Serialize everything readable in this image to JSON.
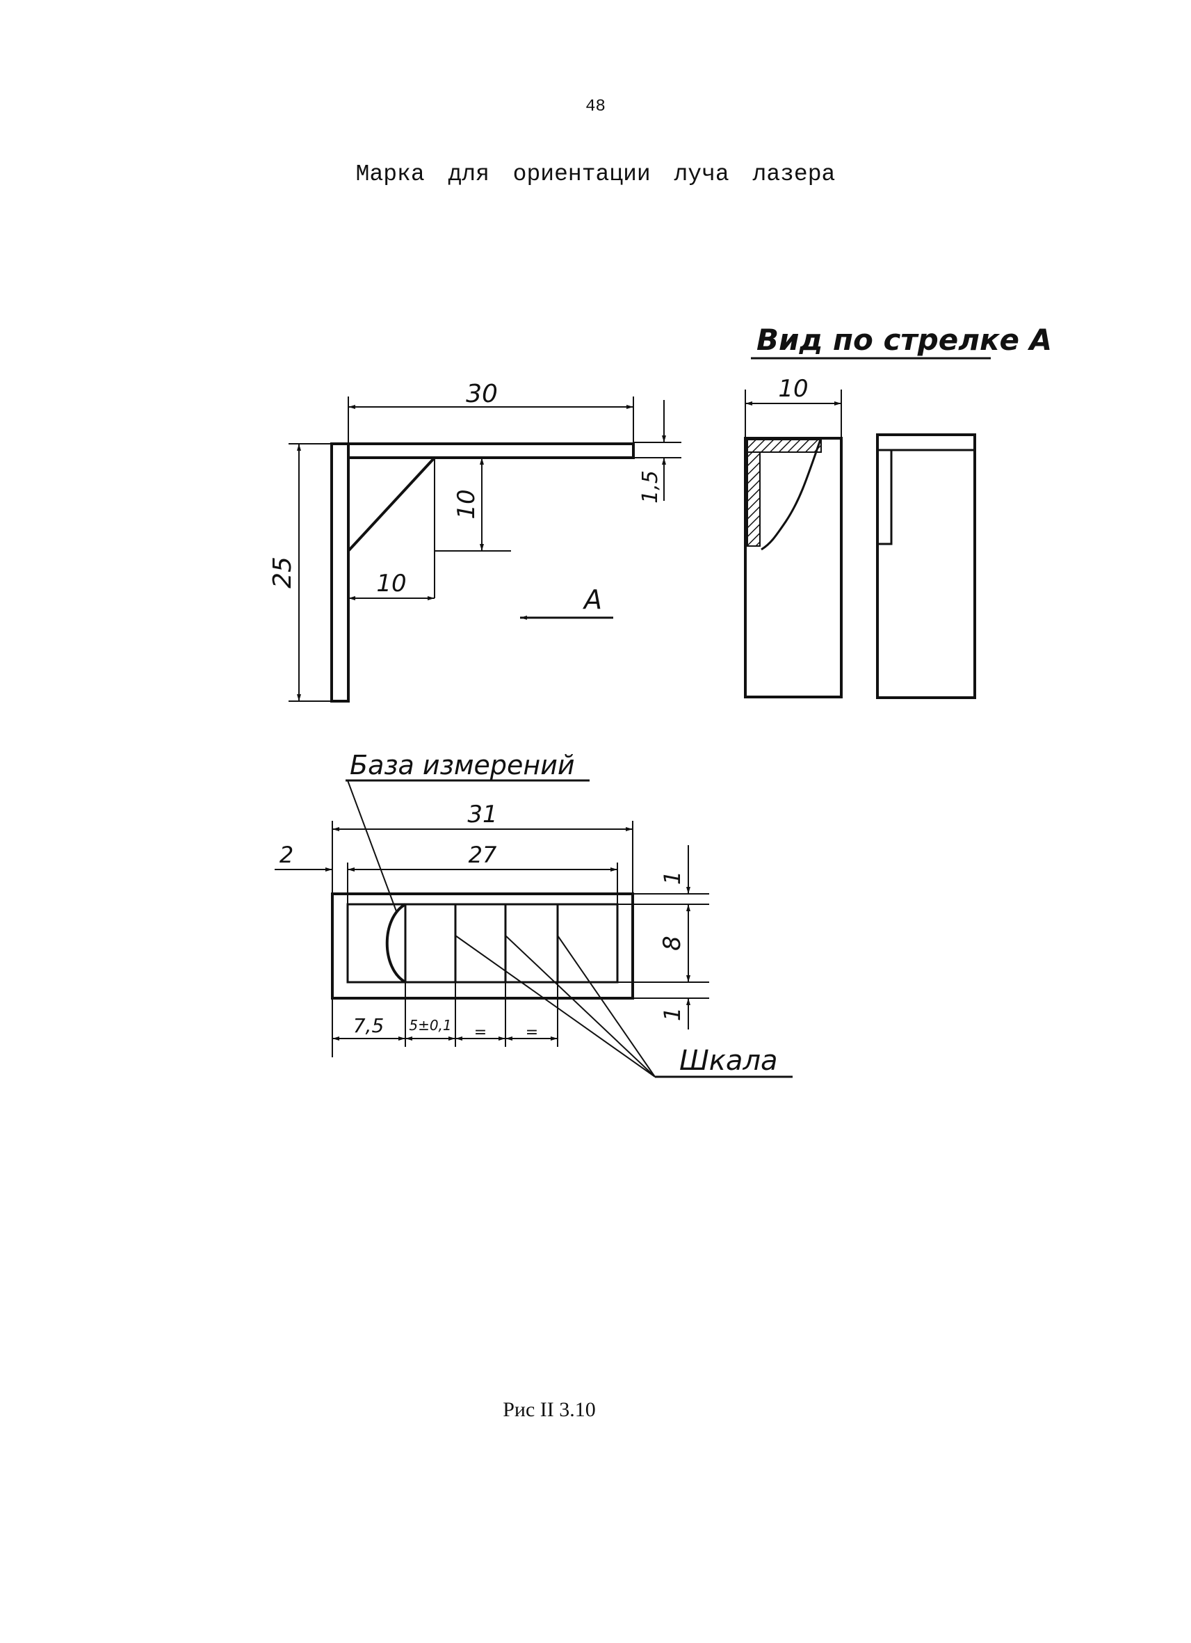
{
  "page": {
    "number": "48",
    "title": "Марка для ориентации луча лазера",
    "caption": "Рис II 3.10"
  },
  "drawing": {
    "view_label": "Вид по стрелке А",
    "base_label": "База измерений",
    "scale_label": "Шкала",
    "arrow_label": "А",
    "side_view": {
      "dim_width": "30",
      "dim_thickness": "1,5",
      "dim_height": "25",
      "dim_triangle_h": "10",
      "dim_triangle_w": "10"
    },
    "end_view": {
      "dim_width": "10"
    },
    "plan_view": {
      "dim_total": "31",
      "dim_inner": "27",
      "dim_offset": "2",
      "dim_top": "1",
      "dim_mid": "8",
      "dim_bottom": "1",
      "dim_first": "7,5",
      "dim_step": "5±0,1"
    }
  }
}
